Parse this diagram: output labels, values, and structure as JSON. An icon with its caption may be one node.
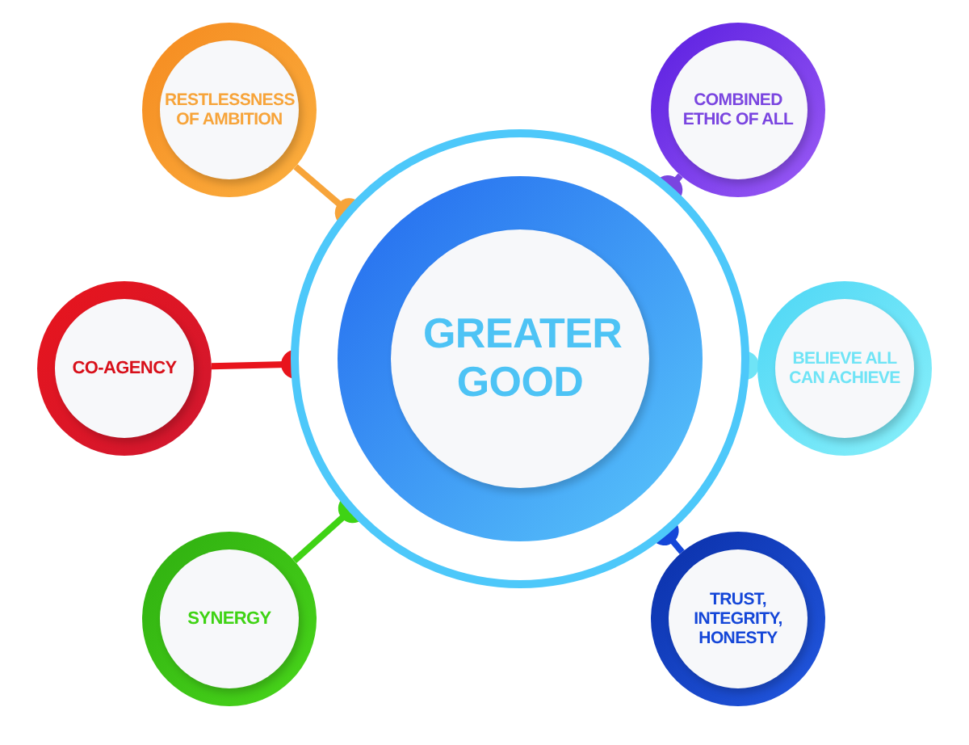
{
  "diagram": {
    "nodes": [
      {
        "text": [
          "GREATER GOOD"
        ]
      },
      {
        "text": [
          "RESTLESSNESS OF AMBITION"
        ]
      },
      {
        "text": [
          "COMBINED ETHIC OF ALL"
        ]
      },
      {
        "text": [
          "CO-AGENCY"
        ]
      },
      {
        "text": [
          "BELIEVE ALL CAN ACHIEVE"
        ]
      },
      {
        "text": [
          "SYNERGY"
        ]
      },
      {
        "text": [
          "TRUST, INTEGRITY, HONESTY"
        ]
      }
    ],
    "edges": [
      {
        "from": 1,
        "to": 0,
        "arrow": "other",
        "color": "#f7a43a"
      },
      {
        "from": 2,
        "to": 0,
        "arrow": "other",
        "color": "#7a45e0"
      },
      {
        "from": 3,
        "to": 0,
        "arrow": "other",
        "color": "#e8141c"
      },
      {
        "from": 4,
        "to": 0,
        "arrow": "other",
        "color": "#6fe4f6"
      },
      {
        "from": 5,
        "to": 0,
        "arrow": "other",
        "color": "#3fd314"
      },
      {
        "from": 6,
        "to": 0,
        "arrow": "other",
        "color": "#1446d8"
      }
    ]
  }
}
